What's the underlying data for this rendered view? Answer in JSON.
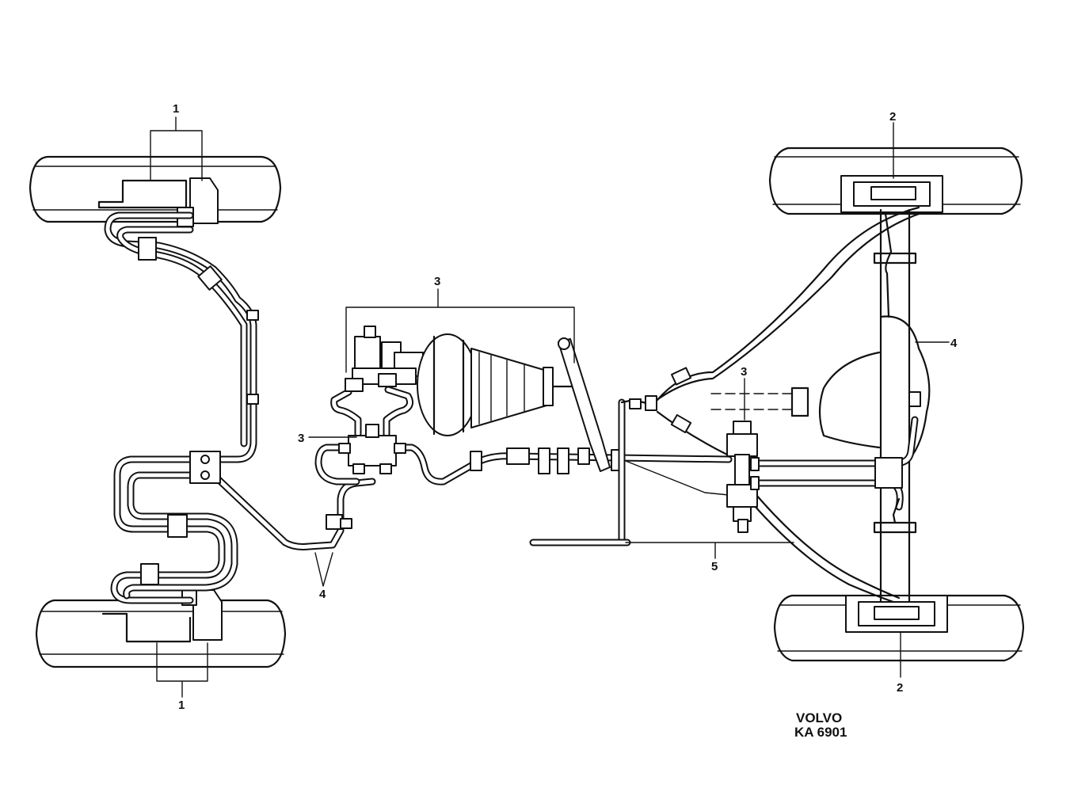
{
  "callouts": {
    "front_caliper_top": "1",
    "front_caliper_bottom": "1",
    "rear_brake_top": "2",
    "rear_brake_bottom": "2",
    "master_unit": "3",
    "valve_block": "3",
    "rear_valve": "3",
    "lines_front": "4",
    "lines_rear": "4",
    "handbrake_cable": "5"
  },
  "stamp": {
    "brand": "VOLVO",
    "code": "KA 6901"
  }
}
